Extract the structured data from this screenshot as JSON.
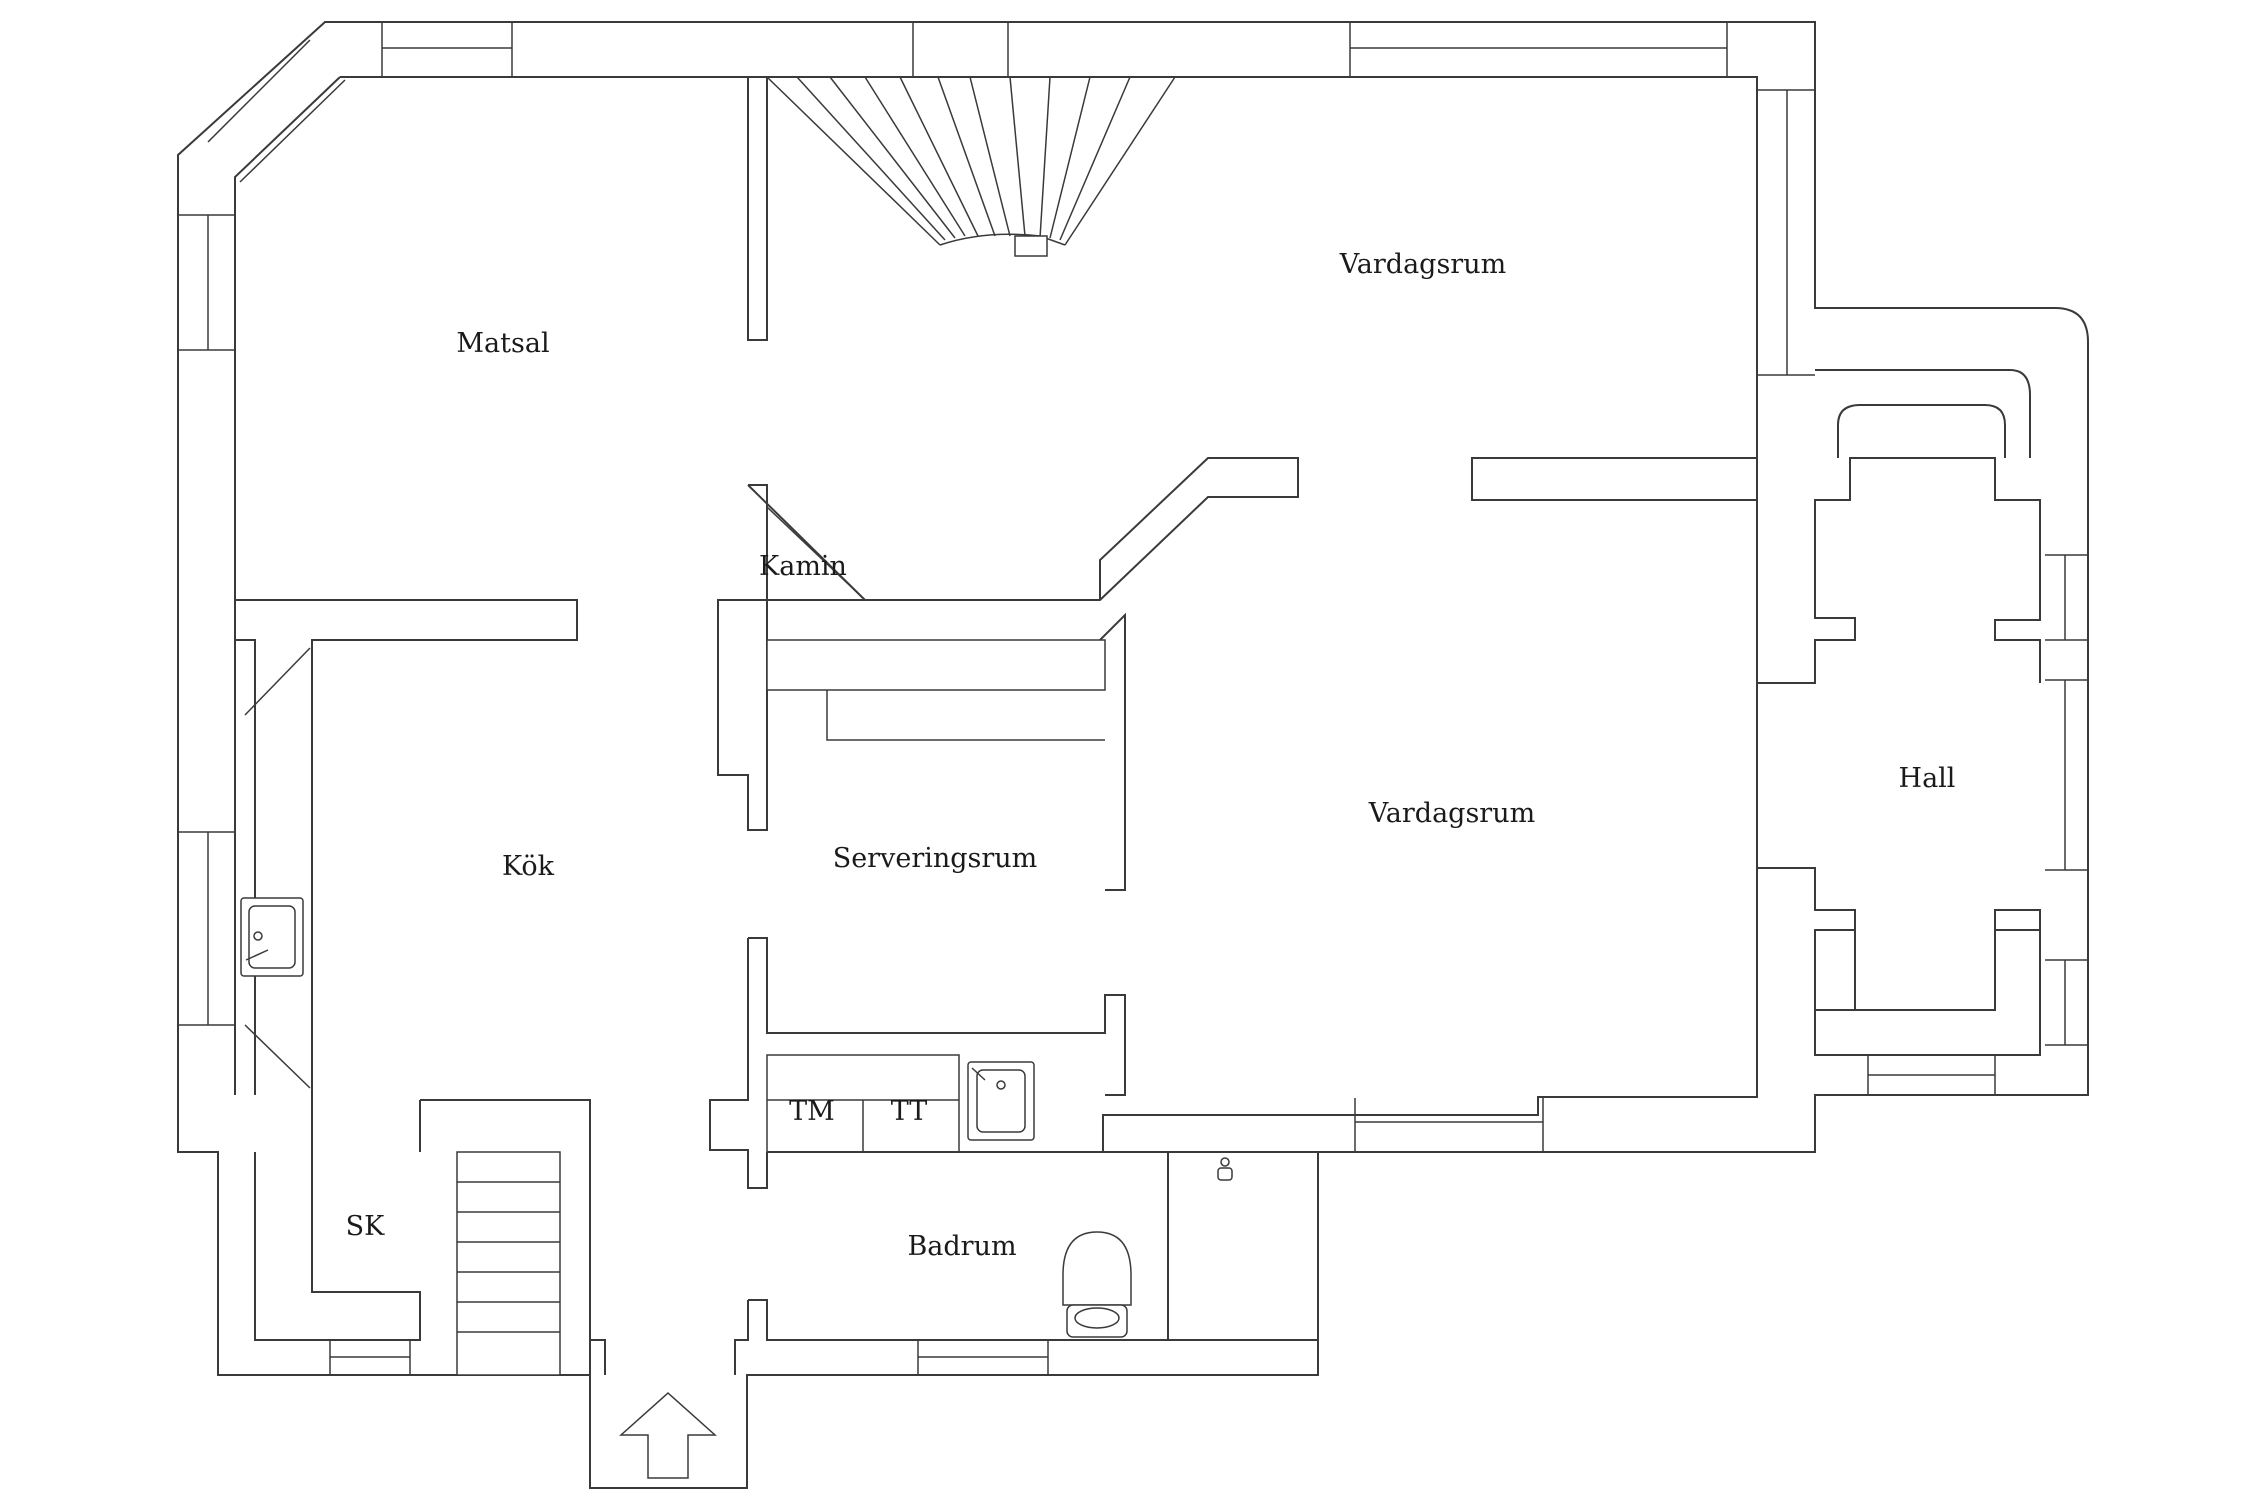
{
  "plan": {
    "rooms": [
      {
        "key": "matsal",
        "label": "Matsal"
      },
      {
        "key": "vardagsrum_top",
        "label": "Vardagsrum"
      },
      {
        "key": "kamin",
        "label": "Kamin"
      },
      {
        "key": "kok",
        "label": "Kök"
      },
      {
        "key": "serveringsrum",
        "label": "Serveringsrum"
      },
      {
        "key": "vardagsrum_main",
        "label": "Vardagsrum"
      },
      {
        "key": "hall",
        "label": "Hall"
      },
      {
        "key": "tm",
        "label": "TM"
      },
      {
        "key": "tt",
        "label": "TT"
      },
      {
        "key": "sk",
        "label": "SK"
      },
      {
        "key": "badrum",
        "label": "Badrum"
      }
    ],
    "icons": {
      "entrance": "entrance-arrow-icon",
      "kitchen_sink": "sink-icon",
      "laundry_sink": "sink-icon",
      "toilet": "toilet-icon",
      "shower": "shower-head-icon",
      "stairs": "staircase-icon"
    },
    "colors": {
      "line": "#3a3a3a",
      "background": "#ffffff",
      "text": "#1a1a1a"
    }
  }
}
